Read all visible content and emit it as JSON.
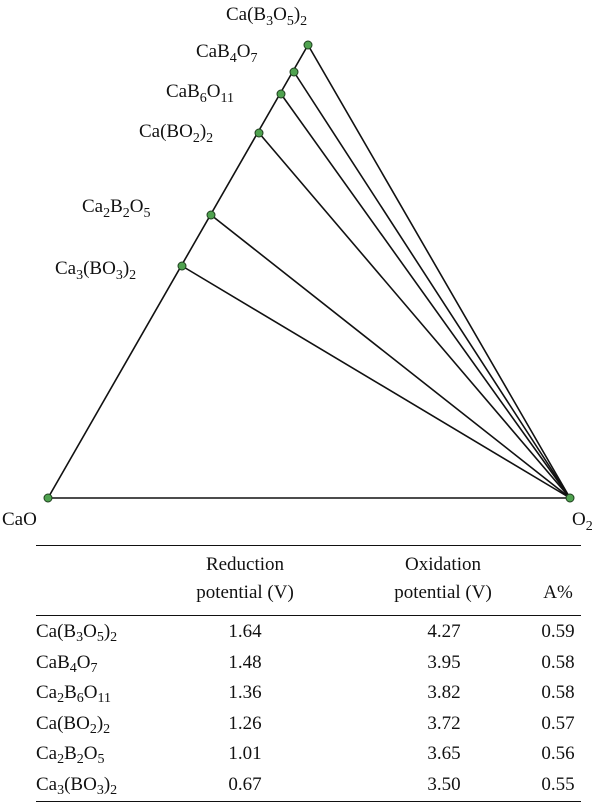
{
  "diagram": {
    "vertices": {
      "top": {
        "label": "Ca(B3O5)2",
        "parts": [
          [
            "Ca(B",
            ""
          ],
          [
            "3",
            "sub"
          ],
          [
            "O",
            ""
          ],
          [
            "5",
            "sub"
          ],
          [
            ")",
            ""
          ],
          [
            "2",
            "sub"
          ]
        ]
      },
      "left": {
        "label": "CaO",
        "parts": [
          [
            "CaO",
            ""
          ]
        ]
      },
      "right": {
        "label": "O2",
        "parts": [
          [
            "O",
            ""
          ],
          [
            "2",
            "sub"
          ]
        ]
      }
    },
    "edge_phases": [
      {
        "label": "CaB4O7",
        "parts": [
          [
            "CaB",
            ""
          ],
          [
            "4",
            "sub"
          ],
          [
            "O",
            ""
          ],
          [
            "7",
            "sub"
          ]
        ]
      },
      {
        "label": "CaB6O11",
        "parts": [
          [
            "CaB",
            ""
          ],
          [
            "6",
            "sub"
          ],
          [
            "O",
            ""
          ],
          [
            "11",
            "sub"
          ]
        ]
      },
      {
        "label": "Ca(BO2)2",
        "parts": [
          [
            "Ca(BO",
            ""
          ],
          [
            "2",
            "sub"
          ],
          [
            ")",
            ""
          ],
          [
            "2",
            "sub"
          ]
        ]
      },
      {
        "label": "Ca2B2O5",
        "parts": [
          [
            "Ca",
            ""
          ],
          [
            "2",
            "sub"
          ],
          [
            "B",
            ""
          ],
          [
            "2",
            "sub"
          ],
          [
            "O",
            ""
          ],
          [
            "5",
            "sub"
          ]
        ]
      },
      {
        "label": "Ca3(BO3)2",
        "parts": [
          [
            "Ca",
            ""
          ],
          [
            "3",
            "sub"
          ],
          [
            "(BO",
            ""
          ],
          [
            "3",
            "sub"
          ],
          [
            ")",
            ""
          ],
          [
            "2",
            "sub"
          ]
        ]
      }
    ],
    "colors": {
      "node_fill": "#4fa24f",
      "line": "#111111"
    }
  },
  "table": {
    "headers": {
      "col2": [
        "Reduction",
        "potential (V)"
      ],
      "col3": [
        "Oxidation",
        "potential (V)"
      ],
      "col4": "A%"
    },
    "rows": [
      {
        "compound": "Ca(B3O5)2",
        "parts": [
          [
            "Ca(B",
            ""
          ],
          [
            "3",
            "sub"
          ],
          [
            "O",
            ""
          ],
          [
            "5",
            "sub"
          ],
          [
            ")",
            ""
          ],
          [
            "2",
            "sub"
          ]
        ],
        "reduction": "1.64",
        "oxidation": "4.27",
        "a": "0.59"
      },
      {
        "compound": "CaB4O7",
        "parts": [
          [
            "CaB",
            ""
          ],
          [
            "4",
            "sub"
          ],
          [
            "O",
            ""
          ],
          [
            "7",
            "sub"
          ]
        ],
        "reduction": "1.48",
        "oxidation": "3.95",
        "a": "0.58"
      },
      {
        "compound": "Ca2B6O11",
        "parts": [
          [
            "Ca",
            ""
          ],
          [
            "2",
            "sub"
          ],
          [
            "B",
            ""
          ],
          [
            "6",
            "sub"
          ],
          [
            "O",
            ""
          ],
          [
            "11",
            "sub"
          ]
        ],
        "reduction": "1.36",
        "oxidation": "3.82",
        "a": "0.58"
      },
      {
        "compound": "Ca(BO2)2",
        "parts": [
          [
            "Ca(BO",
            ""
          ],
          [
            "2",
            "sub"
          ],
          [
            ")",
            ""
          ],
          [
            "2",
            "sub"
          ]
        ],
        "reduction": "1.26",
        "oxidation": "3.72",
        "a": "0.57"
      },
      {
        "compound": "Ca2B2O5",
        "parts": [
          [
            "Ca",
            ""
          ],
          [
            "2",
            "sub"
          ],
          [
            "B",
            ""
          ],
          [
            "2",
            "sub"
          ],
          [
            "O",
            ""
          ],
          [
            "5",
            "sub"
          ]
        ],
        "reduction": "1.01",
        "oxidation": "3.65",
        "a": "0.56"
      },
      {
        "compound": "Ca3(BO3)2",
        "parts": [
          [
            "Ca",
            ""
          ],
          [
            "3",
            "sub"
          ],
          [
            "(BO",
            ""
          ],
          [
            "3",
            "sub"
          ],
          [
            ")",
            ""
          ],
          [
            "2",
            "sub"
          ]
        ],
        "reduction": "0.67",
        "oxidation": "3.50",
        "a": "0.55"
      }
    ]
  }
}
